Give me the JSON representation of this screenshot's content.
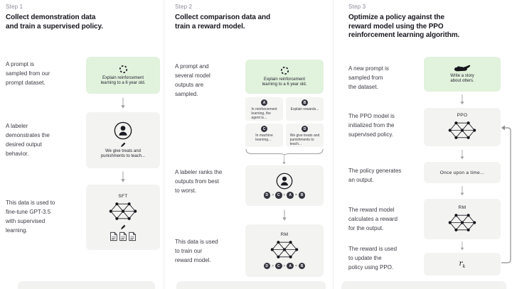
{
  "colors": {
    "background": "#ffffff",
    "green_box": "#e1f2dd",
    "gray_box": "#f3f3f1",
    "heading_text": "#17171f",
    "caption_text": "#3c3c44",
    "step_text": "#8a8a96",
    "arrow": "#9f9f9f",
    "rank_circle": "#35353f"
  },
  "icons": {
    "sampling-icon": "dashed-circle",
    "labeler-icon": "person-in-circle",
    "pencil-icon": "pencil",
    "network-icon": "neural-network",
    "documents-icon": "stacked-documents",
    "otter-icon": "otter-silhouette",
    "down-arrow-icon": "↓",
    "brace-icon": "curly-brace-down",
    "loop-arrow-icon": "feedback-loop-arrow"
  },
  "ranking": [
    "D",
    ">",
    "C",
    ">",
    "A",
    "=",
    "B"
  ],
  "columns": [
    {
      "step": "Step 1",
      "heading": "Collect demonstration data\nand train a supervised policy.",
      "caption_prompt": "A prompt is\nsampled from our\nprompt dataset.",
      "caption_labeler": "A labeler\ndemonstrates the\ndesired output\nbehavior.",
      "caption_finetune": "This data is used to\nfine-tune GPT-3.5\nwith supervised\nlearning.",
      "prompt_text": "Explain reinforcement\nlearning to a 6 year old.",
      "labeler_text": "We give treats and\npunishments to teach...",
      "model_label": "SFT"
    },
    {
      "step": "Step 2",
      "heading": "Collect comparison data and\ntrain a reward model.",
      "caption_sampled": "A prompt and\nseveral model\noutputs are\nsampled.",
      "caption_ranks": "A labeler ranks the\noutputs from best\nto worst.",
      "caption_train": "This data is used\nto train our\nreward model.",
      "prompt_text": "Explain reinforcement\nlearning to a 6 year old.",
      "outputs": [
        {
          "letter": "A",
          "text": "In reinforcement\nlearning, the\nagent is..."
        },
        {
          "letter": "B",
          "text": "Explain rewards..."
        },
        {
          "letter": "C",
          "text": "In machine\nlearning..."
        },
        {
          "letter": "D",
          "text": "We give treats and\npunishments to\nteach..."
        }
      ],
      "model_label": "RM"
    },
    {
      "step": "Step 3",
      "heading": "Optimize a policy against the\nreward model using the PPO\nreinforcement learning algorithm.",
      "caption_new_prompt": "A new prompt is\nsampled from\nthe dataset.",
      "caption_init": "The PPO model is\ninitialized from the\nsupervised policy.",
      "caption_generates": "The policy generates\nan output.",
      "caption_reward": "The reward model\ncalculates a reward\nfor the output.",
      "caption_update": "The reward is used\nto update the\npolicy using PPO.",
      "prompt_text": "Write a story\nabout otters.",
      "ppo_label": "PPO",
      "output_text": "Once upon a time...",
      "rm_label": "RM",
      "reward_base": "r",
      "reward_sub": "k"
    }
  ]
}
